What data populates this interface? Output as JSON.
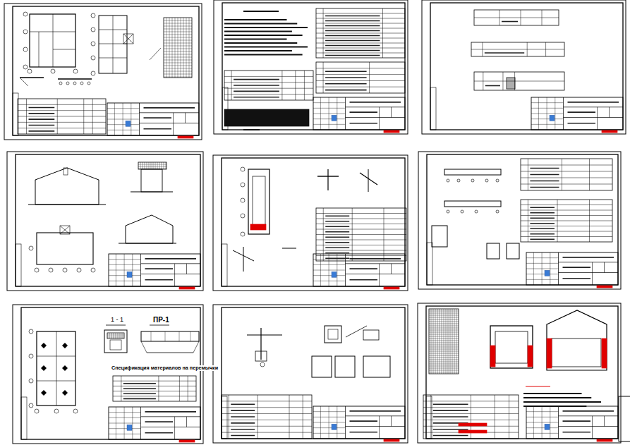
{
  "diagram": {
    "labels": [
      "1 - 1",
      "ПР-1",
      "Спецификация материалов на перемычки"
    ]
  }
}
